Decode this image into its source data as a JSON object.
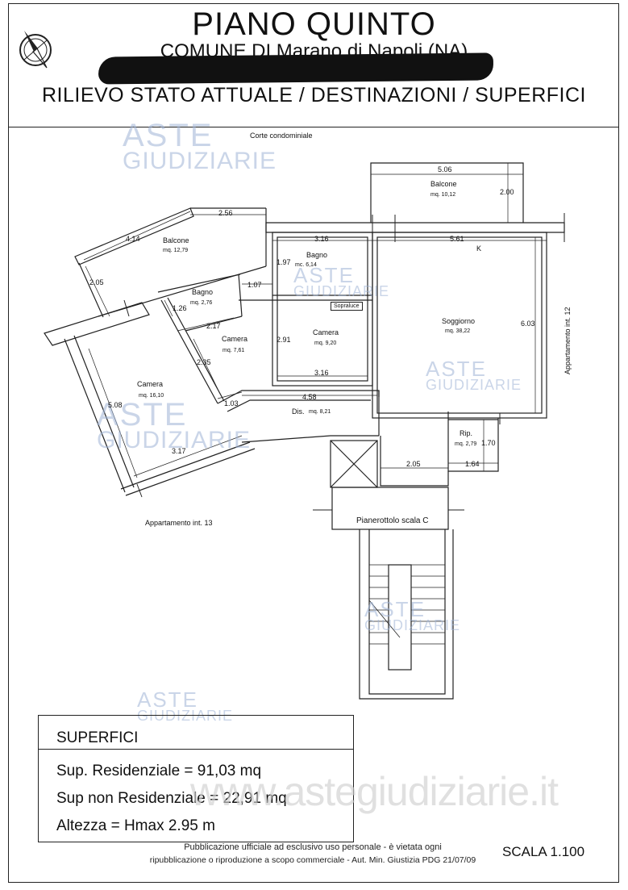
{
  "header": {
    "title": "PIANO QUINTO",
    "subtitle": "COMUNE DI Marano di Napoli (NA)",
    "description": "RILIEVO STATO ATTUALE / DESTINAZIONI / SUPERFICI"
  },
  "watermark": {
    "line1": "ASTE",
    "line2": "GIUDIZIARIE",
    "url": "www.astegiudiziarie.it"
  },
  "plan": {
    "corte": "Corte condominiale",
    "int12": "Appartamento int. 12",
    "int13": "Appartamento int. 13",
    "pianerottolo": "Pianerottolo scala C",
    "sopraluce": "Sopraluce",
    "k": "K",
    "rooms": {
      "balcone_top": {
        "name": "Balcone",
        "area": "mq. 10,12"
      },
      "balcone_left": {
        "name": "Balcone",
        "area": "mq. 12,79"
      },
      "bagno_right": {
        "name": "Bagno",
        "area": "mc. 6,14"
      },
      "bagno_left": {
        "name": "Bagno",
        "area": "mq. 2,76"
      },
      "camera_mid": {
        "name": "Camera",
        "area": "mq. 9,20"
      },
      "camera_small": {
        "name": "Camera",
        "area": "mq. 7,61"
      },
      "camera_big": {
        "name": "Camera",
        "area": "mq. 16,10"
      },
      "soggiorno": {
        "name": "Soggiorno",
        "area": "mq. 38,22"
      },
      "dis": {
        "name": "Dis.",
        "area": "mq. 8,21"
      },
      "rip": {
        "name": "Rip.",
        "area": "mq. 2,79"
      }
    },
    "dims": {
      "d506": "5.06",
      "d200": "2.00",
      "d256": "2.56",
      "d414": "4.14",
      "d205a": "2.05",
      "d316a": "3.16",
      "d561": "5.61",
      "d197": "1.97",
      "d107": "1.07",
      "d126": "1.26",
      "d217": "2.17",
      "d291": "2.91",
      "d603": "6.03",
      "d235": "2.35",
      "d316b": "3.16",
      "d103": "1.03",
      "d458": "4.58",
      "d508": "5.08",
      "d317": "3.17",
      "d170": "1.70",
      "d205b": "2.05",
      "d164": "1.64"
    }
  },
  "superfici": {
    "heading": "SUPERFICI",
    "residenziale": "Sup. Residenziale =  91,03 mq",
    "non_residenziale": "Sup non Residenziale = 22,91 mq",
    "altezza": "Altezza = Hmax  2.95 m"
  },
  "footer": {
    "line1": "Pubblicazione ufficiale ad esclusivo uso personale - è vietata ogni",
    "line2": "ripubblicazione o riproduzione a scopo commerciale - Aut. Min. Giustizia PDG 21/07/09"
  },
  "scala": "SCALA 1.100"
}
